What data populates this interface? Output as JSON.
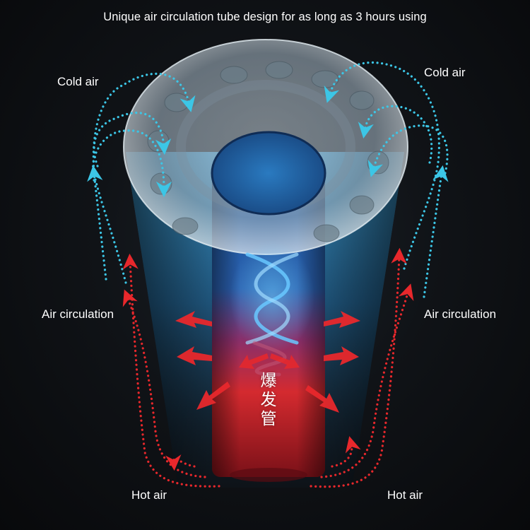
{
  "headline": "Unique air circulation tube design for as long as 3 hours using",
  "labels": {
    "cold_air_left": "Cold air",
    "cold_air_right": "Cold air",
    "air_circulation_left": "Air circulation",
    "air_circulation_right": "Air circulation",
    "hot_air_left": "Hot air",
    "hot_air_right": "Hot air"
  },
  "core_label": "爆发管",
  "colors": {
    "cold_flow": "#3cc6e6",
    "hot_flow": "#e8282c",
    "background": "#0b0b0e",
    "text": "#ffffff"
  }
}
